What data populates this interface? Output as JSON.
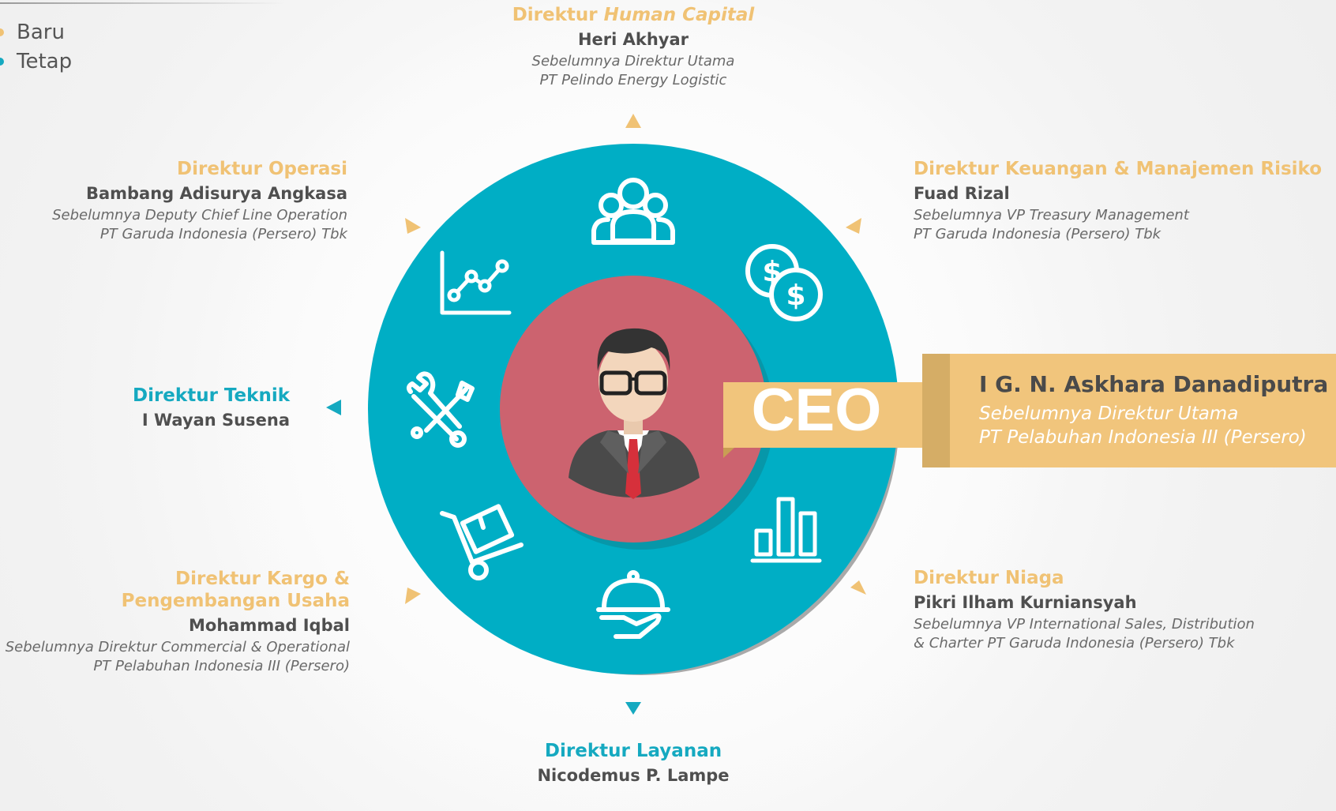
{
  "legend": [
    {
      "label": "Baru",
      "color": "#f0c274"
    },
    {
      "label": "Tetap",
      "color": "#15a9c0"
    }
  ],
  "colors": {
    "gold": "#f0c274",
    "teal": "#00aec5",
    "rose": "#cc636f",
    "ceo_bar": "#f1c57c"
  },
  "directors": {
    "human_capital": {
      "title_prefix": "Direktur ",
      "title_emph": "Human Capital",
      "name": "Heri Akhyar",
      "prev1": "Sebelumnya Direktur Utama",
      "prev2": "PT Pelindo Energy Logistic"
    },
    "operasi": {
      "title": "Direktur Operasi",
      "name": "Bambang Adisurya Angkasa",
      "prev1": "Sebelumnya Deputy Chief Line Operation",
      "prev2": "PT Garuda Indonesia (Persero) Tbk"
    },
    "keuangan": {
      "title": "Direktur Keuangan & Manajemen Risiko",
      "name": "Fuad Rizal",
      "prev1": "Sebelumnya VP Treasury Management",
      "prev2": "PT Garuda Indonesia (Persero) Tbk"
    },
    "teknik": {
      "title": "Direktur Teknik",
      "name": "I Wayan Susena"
    },
    "kargo": {
      "title1": "Direktur Kargo &",
      "title2": "Pengembangan Usaha",
      "name": "Mohammad Iqbal",
      "prev1": "Sebelumnya Direktur Commercial & Operational",
      "prev2": "PT Pelabuhan Indonesia III (Persero)"
    },
    "niaga": {
      "title": "Direktur Niaga",
      "name": "Pikri Ilham Kurniansyah",
      "prev1": "Sebelumnya VP International Sales, Distribution",
      "prev2": "& Charter PT Garuda Indonesia (Persero) Tbk"
    },
    "layanan": {
      "title": "Direktur Layanan",
      "name": "Nicodemus P. Lampe"
    }
  },
  "ceo": {
    "label": "CEO",
    "name": "I G. N. Askhara Danadiputra",
    "prev1": "Sebelumnya Direktur Utama",
    "prev2": "PT Pelabuhan Indonesia III (Persero)"
  },
  "icons": [
    "people-group-icon",
    "chart-line-icon",
    "money-coins-icon",
    "tools-icon",
    "cargo-cart-icon",
    "service-cloche-icon",
    "bar-chart-icon",
    "businessman-icon"
  ]
}
